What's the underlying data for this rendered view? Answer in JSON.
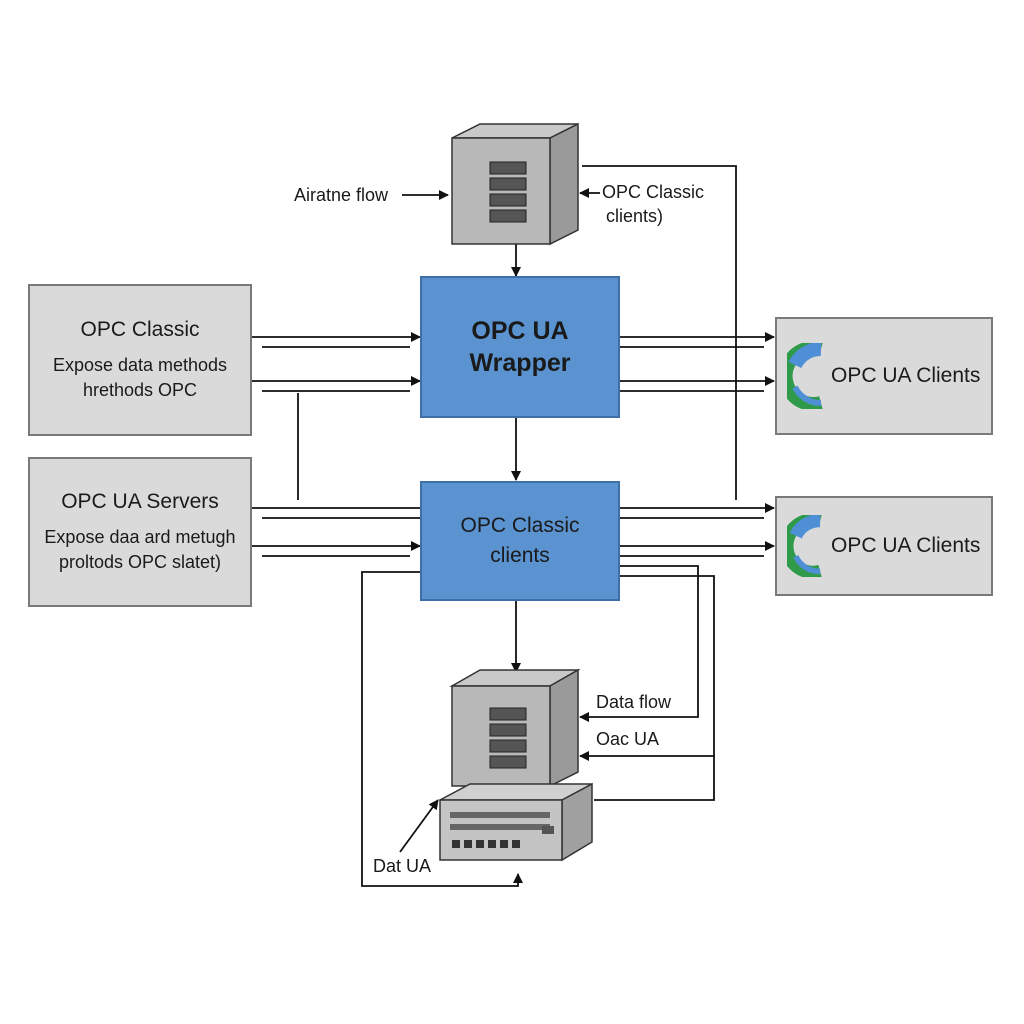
{
  "top_server_label_left": "Airatne flow",
  "top_server_label_right_line1": "OPC Classic",
  "top_server_label_right_line2": "clients)",
  "wrapper": {
    "title_line1": "OPC UA",
    "title_line2": "Wrapper"
  },
  "opc_classic_box": {
    "title": "OPC Classic",
    "sub_line1": "Expose data methods",
    "sub_line2": "hrethods OPC"
  },
  "opc_ua_servers_box": {
    "title": "OPC UA Servers",
    "sub_line1": "Expose daa ard metugh",
    "sub_line2": "proltods OPC slatet)"
  },
  "classic_clients_box": {
    "title_line1": "OPC Classic",
    "title_line2": "clients"
  },
  "ua_clients": [
    {
      "label": "OPC UA Clients"
    },
    {
      "label": "OPC UA Clients"
    }
  ],
  "bottom_labels": {
    "data_flow": "Data flow",
    "oac_ua": "Oac UA",
    "dat_ua": "Dat UA"
  },
  "colors": {
    "accent_blue": "#5b93d1",
    "box_gray": "#dadada",
    "line": "#111111",
    "logo_green": "#2e9a4a",
    "logo_blue": "#4f8fd6"
  }
}
